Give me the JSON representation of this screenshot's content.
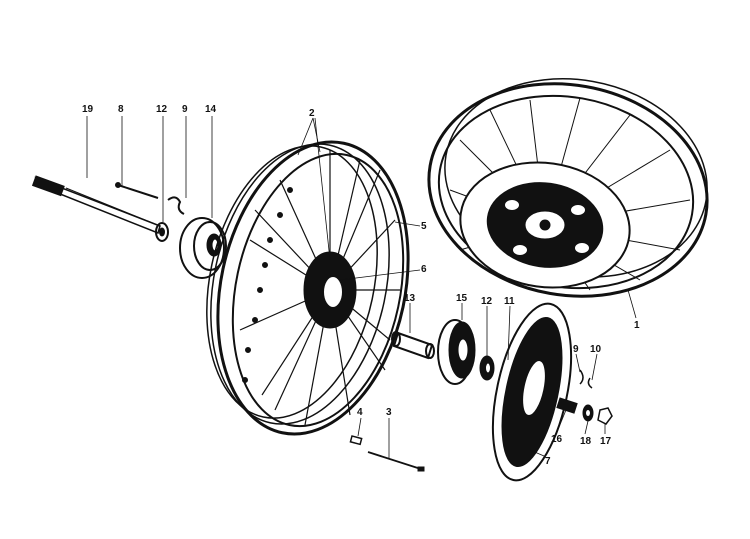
{
  "callouts": {
    "c1": "1",
    "c2": "2",
    "c3": "3",
    "c4": "4",
    "c5": "5",
    "c6": "6",
    "c7": "7",
    "c8": "8",
    "c9a": "9",
    "c9b": "9",
    "c10": "10",
    "c11": "11",
    "c12a": "12",
    "c12b": "12",
    "c13": "13",
    "c14": "14",
    "c15": "15",
    "c16": "16",
    "c17": "17",
    "c18": "18",
    "c19": "19"
  },
  "colors": {
    "ink": "#111111",
    "paper": "#ffffff"
  }
}
